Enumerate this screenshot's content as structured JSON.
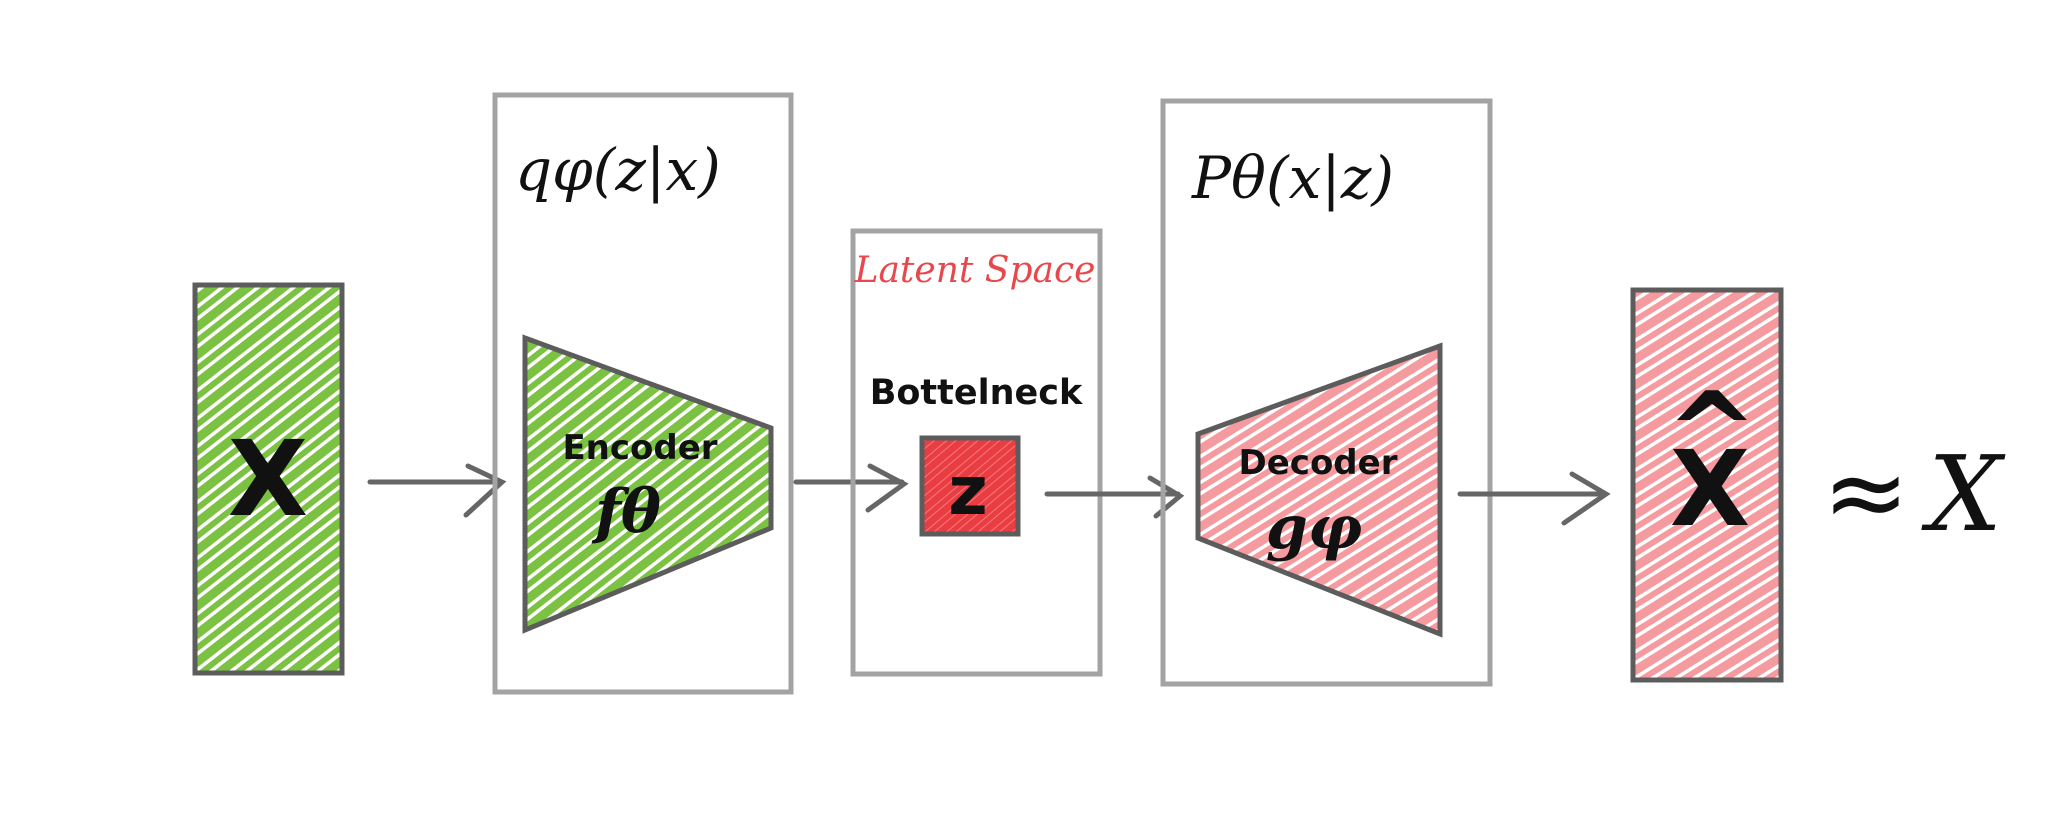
{
  "input": {
    "label": "X",
    "color": "#7cc242"
  },
  "encoder": {
    "distribution_label": "qφ(z|x)",
    "title": "Encoder",
    "function_label": "fθ",
    "color": "#7cc242"
  },
  "latent": {
    "space_label": "Latent Space",
    "bottleneck_label": "Bottelneck",
    "z_label": "z",
    "label_color": "#e8474c",
    "z_color": "#ea3d42"
  },
  "decoder": {
    "distribution_label": "Pθ(x|z)",
    "title": "Decoder",
    "function_label": "gφ",
    "color": "#f59a9e"
  },
  "output": {
    "label": "X",
    "hat": "^",
    "approx_label": "≈",
    "approx_target": "X",
    "color": "#f59a9e"
  },
  "colors": {
    "frame": "#a3a3a3",
    "stroke": "#5c5c5c",
    "arrow": "#666666",
    "text": "#111111"
  }
}
